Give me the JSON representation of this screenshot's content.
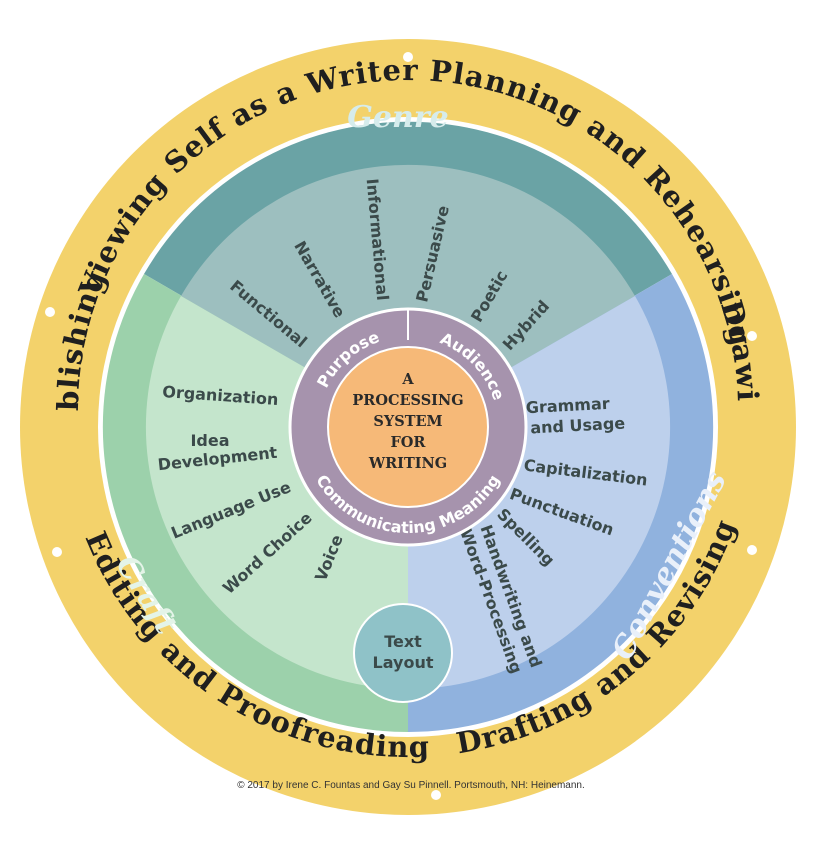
{
  "outer_ring": {
    "top_left": "Viewing Self as a Writer",
    "top_right": "Planning and Rehearsing",
    "right": "Drawing",
    "bottom_right": "Drafting and Revising",
    "bottom_left": "Editing and Proofreading",
    "left": "Publishing"
  },
  "segments": {
    "genre": {
      "title": "Genre",
      "items": [
        "Functional",
        "Narrative",
        "Informational",
        "Persuasive",
        "Poetic",
        "Hybrid"
      ]
    },
    "craft": {
      "title": "Craft",
      "items": [
        "Organization",
        "Idea",
        "Development",
        "Language Use",
        "Word Choice",
        "Voice"
      ]
    },
    "conventions": {
      "title": "Conventions",
      "items": [
        "Grammar",
        "and Usage",
        "Capitalization",
        "Punctuation",
        "Spelling",
        "Handwriting and",
        "Word-Processing"
      ]
    }
  },
  "text_layout": [
    "Text",
    "Layout"
  ],
  "inner_ring": {
    "purpose": "Purpose",
    "audience": "Audience",
    "communicating": "Communicating Meaning"
  },
  "center": [
    "A",
    "PROCESSING",
    "SYSTEM",
    "FOR",
    "WRITING"
  ],
  "copyright": "© 2017 by Irene C. Fountas and Gay Su Pinnell. Portsmouth, NH: Heinemann.",
  "colors": {
    "outer_ring": "#f3d26b",
    "genre": "#6aa3a5",
    "genre_inner": "#9dbfbf",
    "craft": "#9cd1ab",
    "craft_inner": "#c4e5cc",
    "conventions": "#90b2de",
    "conventions_inner": "#bdd0ec",
    "inner_ring": "#a693ad",
    "center": "#f6b978"
  }
}
